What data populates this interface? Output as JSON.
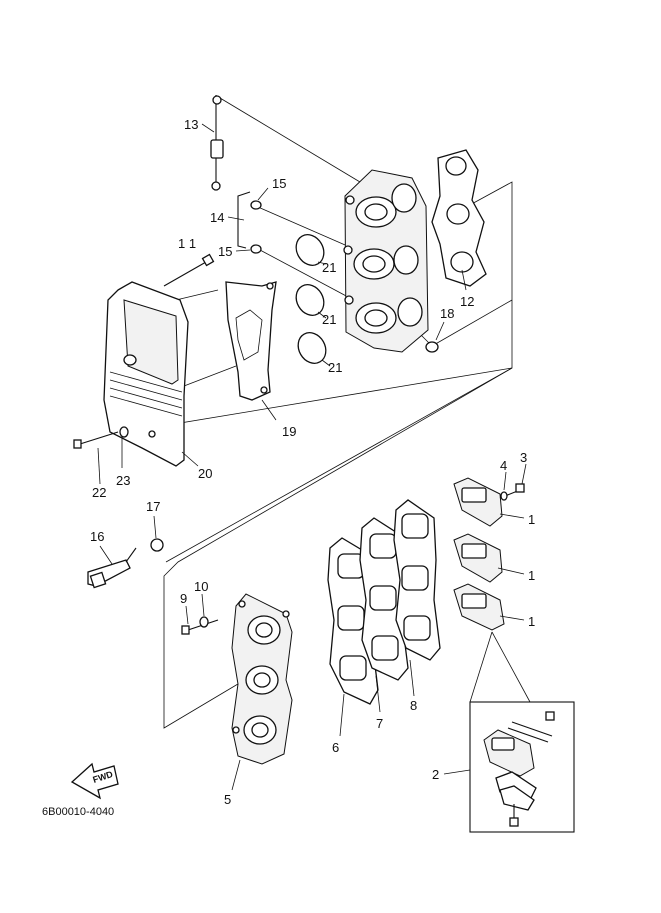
{
  "diagram_code": "6B00010-4040",
  "fwd_label": "FWD",
  "part_labels": [
    {
      "id": "13",
      "text": "13"
    },
    {
      "id": "14",
      "text": "14"
    },
    {
      "id": "15a",
      "text": "15"
    },
    {
      "id": "15b",
      "text": "15"
    },
    {
      "id": "11",
      "text": "1 1"
    },
    {
      "id": "21a",
      "text": "21"
    },
    {
      "id": "21b",
      "text": "21"
    },
    {
      "id": "21c",
      "text": "21"
    },
    {
      "id": "12",
      "text": "12"
    },
    {
      "id": "18",
      "text": "18"
    },
    {
      "id": "19",
      "text": "19"
    },
    {
      "id": "20",
      "text": "20"
    },
    {
      "id": "22",
      "text": "22"
    },
    {
      "id": "23",
      "text": "23"
    },
    {
      "id": "16",
      "text": "16"
    },
    {
      "id": "17",
      "text": "17"
    },
    {
      "id": "9",
      "text": "9"
    },
    {
      "id": "10",
      "text": "10"
    },
    {
      "id": "4",
      "text": "4"
    },
    {
      "id": "3",
      "text": "3"
    },
    {
      "id": "1a",
      "text": "1"
    },
    {
      "id": "1b",
      "text": "1"
    },
    {
      "id": "1c",
      "text": "1"
    },
    {
      "id": "6",
      "text": "6"
    },
    {
      "id": "7",
      "text": "7"
    },
    {
      "id": "8",
      "text": "8"
    },
    {
      "id": "5",
      "text": "5"
    },
    {
      "id": "2",
      "text": "2"
    }
  ]
}
